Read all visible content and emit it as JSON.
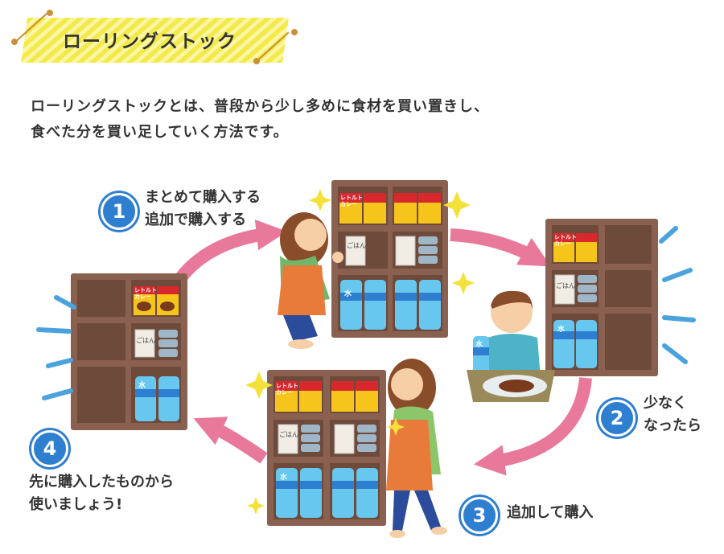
{
  "header": {
    "title": "ローリングストック",
    "description_line1": "ローリングストックとは、普段から少し多めに食材を買い置きし、",
    "description_line2": "食べた分を買い足していく方法です。"
  },
  "steps": [
    {
      "number": "1",
      "line1": "まとめて購入する",
      "line2": "追加で購入する"
    },
    {
      "number": "2",
      "line1": "少なく",
      "line2": "なったら"
    },
    {
      "number": "3",
      "line1": "追加して購入",
      "line2": ""
    },
    {
      "number": "4",
      "line1": "先に購入したものから",
      "line2": "使いましょう!"
    }
  ],
  "products": {
    "curry_line1": "レトルト",
    "curry_line2": "カレー",
    "rice": "ごはん",
    "water": "水"
  },
  "colors": {
    "banner": "#f3ea4a",
    "arrow": "#e9799b",
    "badge": "#2f7fd0",
    "shelf": "#8a6150",
    "curry_box": "#f6c51c",
    "water": "#67c7ee"
  }
}
